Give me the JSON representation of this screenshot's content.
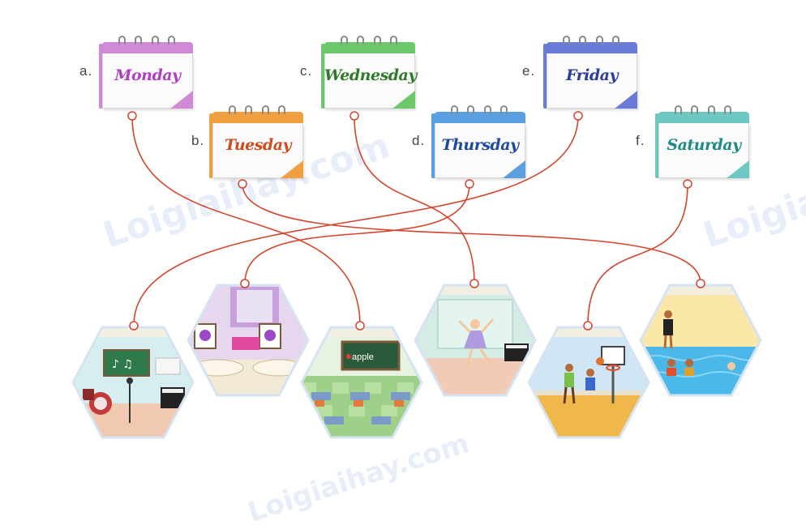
{
  "calendars": [
    {
      "letter": "a.",
      "day": "Monday",
      "color": "#d08ad8",
      "text_color": "#b040c0"
    },
    {
      "letter": "b.",
      "day": "Tuesday",
      "color": "#f0a040",
      "text_color": "#d04a1c"
    },
    {
      "letter": "c.",
      "day": "Wednesday",
      "color": "#6cc86a",
      "text_color": "#2e7a2a"
    },
    {
      "letter": "d.",
      "day": "Thursday",
      "color": "#5aa0e0",
      "text_color": "#1c4a9a"
    },
    {
      "letter": "e.",
      "day": "Friday",
      "color": "#6a7cd8",
      "text_color": "#2c3c9c"
    },
    {
      "letter": "f.",
      "day": "Saturday",
      "color": "#6cc8c0",
      "text_color": "#1e8a86"
    }
  ],
  "scenes": [
    {
      "icon": "music-room-icon"
    },
    {
      "icon": "art-room-icon"
    },
    {
      "icon": "classroom-icon"
    },
    {
      "icon": "dance-room-icon"
    },
    {
      "icon": "basketball-court-icon"
    },
    {
      "icon": "swimming-pool-icon"
    }
  ],
  "classroom_board_text": "apple",
  "connections": [
    {
      "from": "Monday",
      "to_scene": 3
    },
    {
      "from": "Tuesday",
      "to_scene": 6
    },
    {
      "from": "Wednesday",
      "to_scene": 4
    },
    {
      "from": "Thursday",
      "to_scene": 2
    },
    {
      "from": "Friday",
      "to_scene": 1
    },
    {
      "from": "Saturday",
      "to_scene": 5
    }
  ],
  "line_color": "#d4452c",
  "watermark": "Loigiaihay.com"
}
